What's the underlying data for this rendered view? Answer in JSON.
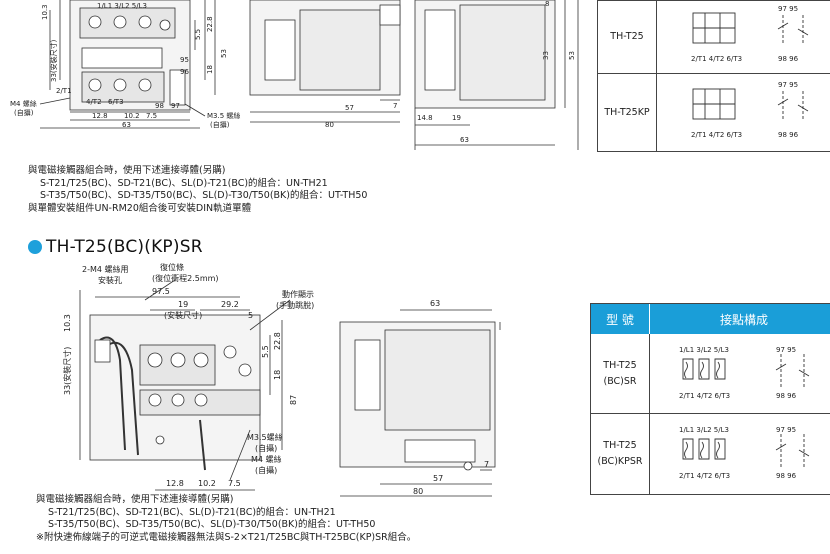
{
  "top_section": {
    "dims": {
      "d103": "10.3",
      "terminal_labels": "1/L1 3/L2 5/L3",
      "d228": "22.8",
      "d55": "5.5",
      "d33": "33",
      "d18": "18",
      "d53": "53",
      "mount_pitch": "33(安裝尺寸)",
      "t_2t1": "2/T1",
      "t_4t2": "4/T2",
      "t_6t3": "6/T3",
      "n95": "95",
      "n96": "96",
      "n98": "98",
      "n97": "97",
      "d128": "12.8",
      "d102": "10.2",
      "d75": "7.5",
      "d63": "63",
      "d57": "57",
      "d80": "80",
      "d7": "7",
      "d148": "14.8",
      "d19": "19",
      "d33b": "33",
      "d53b": "53",
      "d63b": "63",
      "d8": "8"
    },
    "callouts": {
      "m4_screw": "M4 螺絲",
      "m4_note": "(自攝)",
      "m35_screw": "M3.5 螺絲",
      "m35_note": "(自攝)"
    },
    "table": {
      "rows": [
        {
          "model": "TH-T25",
          "terminals": "2/T1  4/T2  6/T3",
          "aux_top": "97  95",
          "aux_bot": "98  96"
        },
        {
          "model": "TH-T25KP",
          "terminals": "2/T1  4/T2  6/T3",
          "aux_top": "97  95",
          "aux_bot": "98  96"
        }
      ]
    },
    "notes": [
      "與電磁接觸器組合時，使用下述連接導體(另購)",
      "  S-T21/T25(BC)、SD-T21(BC)、SL(D)-T21(BC)的組合：UN-TH21",
      "  S-T35/T50(BC)、SD-T35/T50(BC)、SL(D)-T30/T50(BK)的組合：UT-TH50",
      "與單體安裝組件UN-RM20組合後可安裝DIN軌道單體"
    ]
  },
  "section_title": "TH-T25(BC)(KP)SR",
  "bottom_section": {
    "labels": {
      "mount_screw_1": "2-M4 螺絲用",
      "mount_screw_2": "安裝孔",
      "reset_rod_1": "復位條",
      "reset_rod_2": "(復位衝程2.5mm)",
      "trip_ind_1": "動作顯示",
      "trip_ind_2": "(手動跳脫)",
      "m35_screw": "M3.5螺絲",
      "m35_note": "(自攝)",
      "m4_screw": "M4 螺絲",
      "m4_note": "(自攝)",
      "mount_size": "(安裝尺寸)",
      "mount_pitch": "33(安裝尺寸)"
    },
    "dims": {
      "d975": "97.5",
      "d19": "19",
      "d292": "29.2",
      "d5": "5",
      "d103": "10.3",
      "d55": "5.5",
      "d228": "22.8",
      "d18": "18",
      "d87": "87",
      "d128": "12.8",
      "d102": "10.2",
      "d75": "7.5",
      "d63": "63",
      "d57": "57",
      "d80": "80",
      "d7": "7"
    },
    "table": {
      "header_model": "型 號",
      "header_contacts": "接點構成",
      "rows": [
        {
          "model_1": "TH-T25",
          "model_2": "(BC)SR",
          "terminals_top": "1/L1  3/L2  5/L3",
          "terminals_bot": "2/T1  4/T2  6/T3",
          "aux_top": "97  95",
          "aux_bot": "98  96"
        },
        {
          "model_1": "TH-T25",
          "model_2": "(BC)KPSR",
          "terminals_top": "1/L1  3/L2  5/L3",
          "terminals_bot": "2/T1  4/T2  6/T3",
          "aux_top": "97  95",
          "aux_bot": "98  96"
        }
      ]
    },
    "notes": [
      "與電磁接觸器組合時，使用下述連接導體(另購)",
      "  S-T21/T25(BC)、SD-T21(BC)、SL(D)-T21(BC)的組合：UN-TH21",
      "  S-T35/T50(BC)、SD-T35/T50(BC)、SL(D)-T30/T50(BK)的組合：UT-TH50",
      "※附快速佈線端子的可逆式電磁接觸器無法與S-2×T21/T25BC與TH-T25BC(KP)SR組合。"
    ]
  },
  "colors": {
    "accent": "#1a9ed8",
    "line": "#333333"
  }
}
